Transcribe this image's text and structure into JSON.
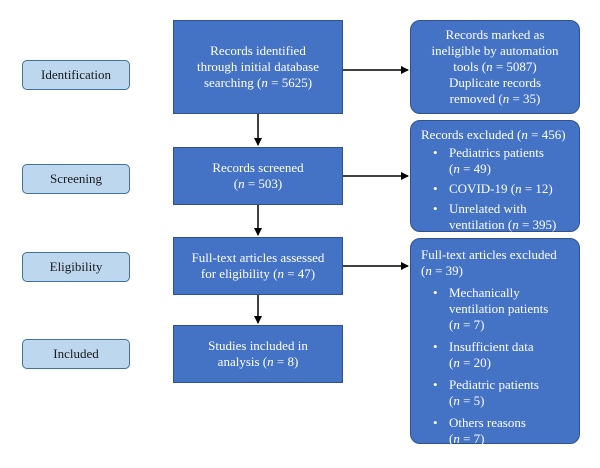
{
  "phases": [
    {
      "label": "Identification"
    },
    {
      "label": "Screening"
    },
    {
      "label": "Eligibility"
    },
    {
      "label": "Included"
    }
  ],
  "main_boxes": [
    {
      "lines": [
        "Records identified",
        "through initial database",
        "searching (n = 5625)"
      ]
    },
    {
      "lines": [
        "Records screened",
        "(n = 503)"
      ]
    },
    {
      "lines": [
        "Full-text articles assessed",
        "for eligibility (n = 47)"
      ]
    },
    {
      "lines": [
        "Studies included in",
        "analysis (n = 8)"
      ]
    }
  ],
  "side_boxes": {
    "identification": {
      "lines": [
        "Records marked as",
        "ineligible by automation",
        "tools (n = 5087)",
        "Duplicate records",
        "removed (n = 35)"
      ]
    },
    "screening": {
      "heading": "Records excluded (n = 456)",
      "items": [
        {
          "lines": [
            "Pediatrics patients",
            "(n = 49)"
          ]
        },
        {
          "lines": [
            "COVID-19 (n = 12)"
          ]
        },
        {
          "lines": [
            "Unrelated with",
            "ventilation (n = 395)"
          ]
        }
      ]
    },
    "eligibility": {
      "heading_lines": [
        "Full-text articles excluded",
        "(n = 39)"
      ],
      "items": [
        {
          "lines": [
            "Mechanically",
            "ventilation patients",
            "(n = 7)"
          ]
        },
        {
          "lines": [
            "Insufficient data",
            "(n = 20)"
          ]
        },
        {
          "lines": [
            "Pediatric patients",
            "(n = 5)"
          ]
        },
        {
          "lines": [
            "Others reasons",
            "(n = 7)"
          ]
        }
      ]
    }
  },
  "bullet_glyph": "•",
  "colors": {
    "box": "#4472c4",
    "phase": "#bdd7ee",
    "arrow": "#000000"
  }
}
